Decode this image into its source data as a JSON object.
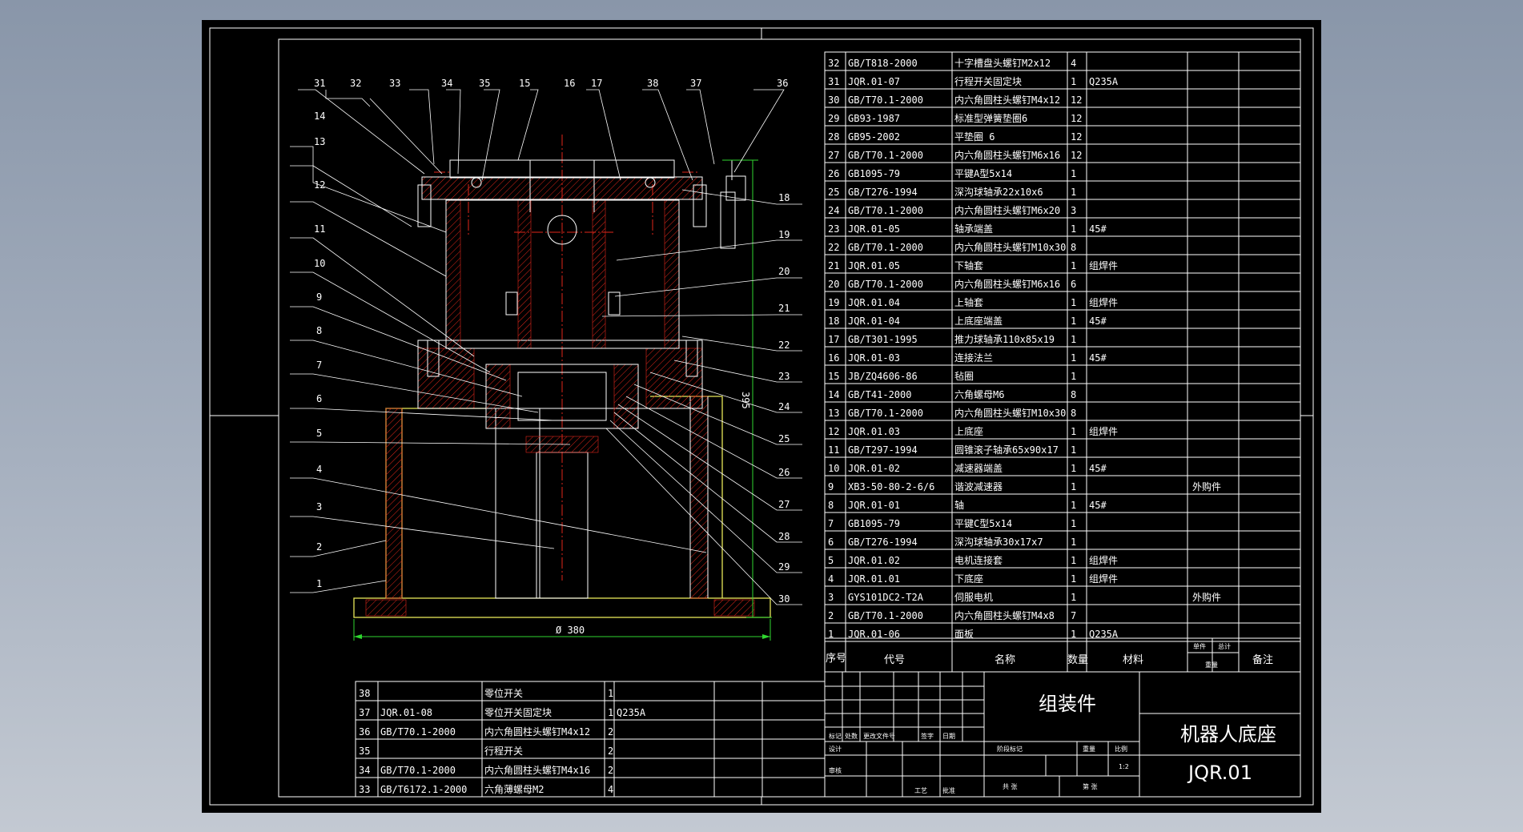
{
  "drawing": {
    "title_main": "机器人底座",
    "title_sub": "组装件",
    "drawing_no": "JQR.01",
    "scale_label": "1:2",
    "dim_width": "Ø 380",
    "dim_height": "395"
  },
  "bom_headers": [
    "序号",
    "代号",
    "名称",
    "数量",
    "材料",
    "单件",
    "总计",
    "重量",
    "备注"
  ],
  "bom_upper": [
    [
      "32",
      "GB/T818-2000",
      "十字槽盘头螺钉M2x12",
      "4",
      "",
      ""
    ],
    [
      "31",
      "JQR.01-07",
      "行程开关固定块",
      "1",
      "Q235A",
      ""
    ],
    [
      "30",
      "GB/T70.1-2000",
      "内六角圆柱头螺钉M4x12",
      "12",
      "",
      ""
    ],
    [
      "29",
      "GB93-1987",
      "标准型弹簧垫圈6",
      "12",
      "",
      ""
    ],
    [
      "28",
      "GB95-2002",
      "平垫圈 6",
      "12",
      "",
      ""
    ],
    [
      "27",
      "GB/T70.1-2000",
      "内六角圆柱头螺钉M6x16",
      "12",
      "",
      ""
    ],
    [
      "26",
      "GB1095-79",
      "平键A型5x14",
      "1",
      "",
      ""
    ],
    [
      "25",
      "GB/T276-1994",
      "深沟球轴承22x10x6",
      "1",
      "",
      ""
    ],
    [
      "24",
      "GB/T70.1-2000",
      "内六角圆柱头螺钉M6x20",
      "3",
      "",
      ""
    ],
    [
      "23",
      "JQR.01-05",
      "轴承端盖",
      "1",
      "45#",
      ""
    ],
    [
      "22",
      "GB/T70.1-2000",
      "内六角圆柱头螺钉M10x30",
      "8",
      "",
      ""
    ],
    [
      "21",
      "JQR.01.05",
      "下轴套",
      "1",
      "组焊件",
      ""
    ],
    [
      "20",
      "GB/T70.1-2000",
      "内六角圆柱头螺钉M6x16",
      "6",
      "",
      ""
    ],
    [
      "19",
      "JQR.01.04",
      "上轴套",
      "1",
      "组焊件",
      ""
    ],
    [
      "18",
      "JQR.01-04",
      "上底座端盖",
      "1",
      "45#",
      ""
    ],
    [
      "17",
      "GB/T301-1995",
      "推力球轴承110x85x19",
      "1",
      "",
      ""
    ],
    [
      "16",
      "JQR.01-03",
      "连接法兰",
      "1",
      "45#",
      ""
    ],
    [
      "15",
      "JB/ZQ4606-86",
      "毡圈",
      "1",
      "",
      ""
    ],
    [
      "14",
      "GB/T41-2000",
      "六角螺母M6",
      "8",
      "",
      ""
    ],
    [
      "13",
      "GB/T70.1-2000",
      "内六角圆柱头螺钉M10x30",
      "8",
      "",
      ""
    ],
    [
      "12",
      "JQR.01.03",
      "上底座",
      "1",
      "组焊件",
      ""
    ],
    [
      "11",
      "GB/T297-1994",
      "圆锥滚子轴承65x90x17",
      "1",
      "",
      ""
    ],
    [
      "10",
      "JQR.01-02",
      "减速器端盖",
      "1",
      "45#",
      ""
    ],
    [
      "9",
      "XB3-50-80-2-6/6",
      "谐波减速器",
      "1",
      "",
      "外购件"
    ],
    [
      "8",
      "JQR.01-01",
      "轴",
      "1",
      "45#",
      ""
    ],
    [
      "7",
      "GB1095-79",
      "平键C型5x14",
      "1",
      "",
      ""
    ],
    [
      "6",
      "GB/T276-1994",
      "深沟球轴承30x17x7",
      "1",
      "",
      ""
    ],
    [
      "5",
      "JQR.01.02",
      "电机连接套",
      "1",
      "组焊件",
      ""
    ],
    [
      "4",
      "JQR.01.01",
      "下底座",
      "1",
      "组焊件",
      ""
    ],
    [
      "3",
      "GYS101DC2-T2A",
      "伺服电机",
      "1",
      "",
      "外购件"
    ],
    [
      "2",
      "GB/T70.1-2000",
      "内六角圆柱头螺钉M4x8",
      "7",
      "",
      ""
    ],
    [
      "1",
      "JQR.01-06",
      "面板",
      "1",
      "Q235A",
      ""
    ]
  ],
  "bom_lower": [
    [
      "38",
      "",
      "零位开关",
      "1",
      ""
    ],
    [
      "37",
      "JQR.01-08",
      "零位开关固定块",
      "1",
      "Q235A"
    ],
    [
      "36",
      "GB/T70.1-2000",
      "内六角圆柱头螺钉M4x12",
      "2",
      ""
    ],
    [
      "35",
      "",
      "行程开关",
      "2",
      ""
    ],
    [
      "34",
      "GB/T70.1-2000",
      "内六角圆柱头螺钉M4x16",
      "2",
      ""
    ],
    [
      "33",
      "GB/T6172.1-2000",
      "六角薄螺母M2",
      "4",
      ""
    ]
  ],
  "titleblock_small": [
    "标记",
    "处数",
    "更改文件号",
    "签字",
    "日期",
    "设计",
    "阶段标记",
    "重量",
    "比例",
    "审核",
    "工艺",
    "共 张",
    "第 张",
    "批准"
  ],
  "balloons_left": [
    "14",
    "13",
    "12",
    "11",
    "10",
    "9",
    "8",
    "7",
    "6",
    "5",
    "4",
    "3",
    "2",
    "1"
  ],
  "balloons_top": [
    "31",
    "32",
    "33",
    "34",
    "35",
    "15",
    "16",
    "17",
    "38",
    "37",
    "36"
  ],
  "balloons_right": [
    "18",
    "19",
    "20",
    "21",
    "22",
    "23",
    "24",
    "25",
    "26",
    "27",
    "28",
    "29",
    "30"
  ],
  "colors": {
    "background": "#000000",
    "lines": "#ffffff",
    "outline": "#e8e85a",
    "centerline": "#e0261a",
    "dimension": "#2fd62f"
  }
}
